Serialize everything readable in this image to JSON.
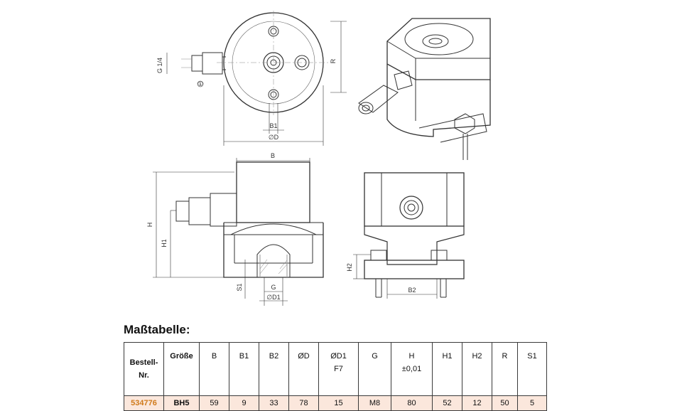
{
  "drawing": {
    "labels": {
      "g14": "G 1/4",
      "circle1": "①",
      "b1": "B1",
      "d_top": "∅D",
      "r": "R",
      "b": "B",
      "h": "H",
      "h1": "H1",
      "s1": "S1",
      "g": "G",
      "d1": "∅D1",
      "h2": "H2",
      "b2": "B2"
    }
  },
  "table": {
    "title": "Maßtabelle:",
    "headers": [
      {
        "line1": "Bestell-",
        "line2": "Nr."
      },
      {
        "line1": "Größe",
        "line2": ""
      },
      {
        "line1": "B",
        "line2": ""
      },
      {
        "line1": "B1",
        "line2": ""
      },
      {
        "line1": "B2",
        "line2": ""
      },
      {
        "line1": "ØD",
        "line2": ""
      },
      {
        "line1": "ØD1",
        "line2": "F7"
      },
      {
        "line1": "G",
        "line2": ""
      },
      {
        "line1": "H",
        "line2": "±0,01"
      },
      {
        "line1": "H1",
        "line2": ""
      },
      {
        "line1": "H2",
        "line2": ""
      },
      {
        "line1": "R",
        "line2": ""
      },
      {
        "line1": "S1",
        "line2": ""
      }
    ],
    "row": [
      "534776",
      "BH5",
      "59",
      "9",
      "33",
      "78",
      "15",
      "M8",
      "80",
      "52",
      "12",
      "50",
      "5"
    ]
  }
}
